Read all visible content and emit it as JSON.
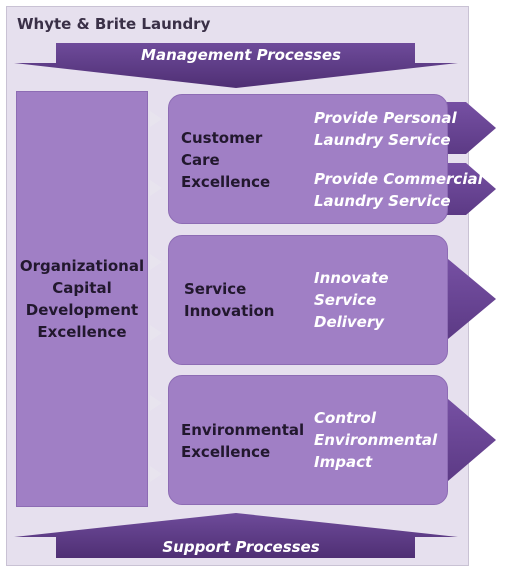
{
  "title": "Whyte & Brite Laundry",
  "management": "Management Processes",
  "support": "Support Processes",
  "left_column": [
    "Organizational",
    "Capital",
    "Development",
    "Excellence"
  ],
  "groups": [
    {
      "label_lines": [
        "Customer",
        "Care",
        "Excellence"
      ],
      "processes": [
        {
          "lines": [
            "Provide Personal",
            "Laundry Service"
          ]
        },
        {
          "lines": [
            "Provide Commercial",
            "Laundry Service"
          ]
        }
      ]
    },
    {
      "label_lines": [
        "Service",
        "Innovation"
      ],
      "processes": [
        {
          "lines": [
            "Innovate",
            "Service",
            "Delivery"
          ]
        }
      ]
    },
    {
      "label_lines": [
        "Environmental",
        "Excellence"
      ],
      "processes": [
        {
          "lines": [
            "Control",
            "Environmental",
            "Impact"
          ]
        }
      ]
    }
  ],
  "colors": {
    "frame": "#e6e0ee",
    "panel": "#a07fc5",
    "banner": "#5e3b86",
    "process": "#6a4493",
    "connector": "#e8e4ee"
  }
}
